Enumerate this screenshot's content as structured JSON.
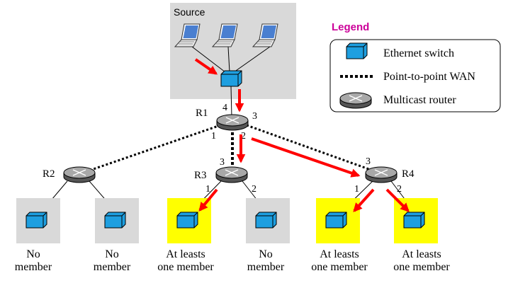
{
  "source": {
    "label": "Source"
  },
  "legend": {
    "title": "Legend",
    "title_color": "#cc0099",
    "items": [
      {
        "label": "Ethernet switch",
        "icon": "ethernet-switch-icon"
      },
      {
        "label": "Point-to-point WAN",
        "icon": "wan-link-icon"
      },
      {
        "label": "Multicast router",
        "icon": "multicast-router-icon"
      }
    ]
  },
  "routers": {
    "r1": {
      "name": "R1",
      "ports": {
        "p1": "1",
        "p2": "2",
        "p3": "3",
        "p4": "4"
      }
    },
    "r2": {
      "name": "R2"
    },
    "r3": {
      "name": "R3",
      "ports": {
        "p1": "1",
        "p2": "2",
        "p3": "3"
      }
    },
    "r4": {
      "name": "R4",
      "ports": {
        "p1": "1",
        "p2": "2",
        "p3": "3"
      }
    }
  },
  "lans": [
    {
      "line1": "No",
      "line2": "member",
      "has_member": false
    },
    {
      "line1": "No",
      "line2": "member",
      "has_member": false
    },
    {
      "line1": "At leasts",
      "line2": "one member",
      "has_member": true
    },
    {
      "line1": "No",
      "line2": "member",
      "has_member": false
    },
    {
      "line1": "At leasts",
      "line2": "one member",
      "has_member": true
    },
    {
      "line1": "At leasts",
      "line2": "one member",
      "has_member": true
    }
  ],
  "colors": {
    "member_box": "#ffff00",
    "no_member_box": "#d9d9d9",
    "source_box": "#d9d9d9",
    "arrow": "#ff0000",
    "switch": "#1e9fe0",
    "router": "#a8a8a8"
  }
}
